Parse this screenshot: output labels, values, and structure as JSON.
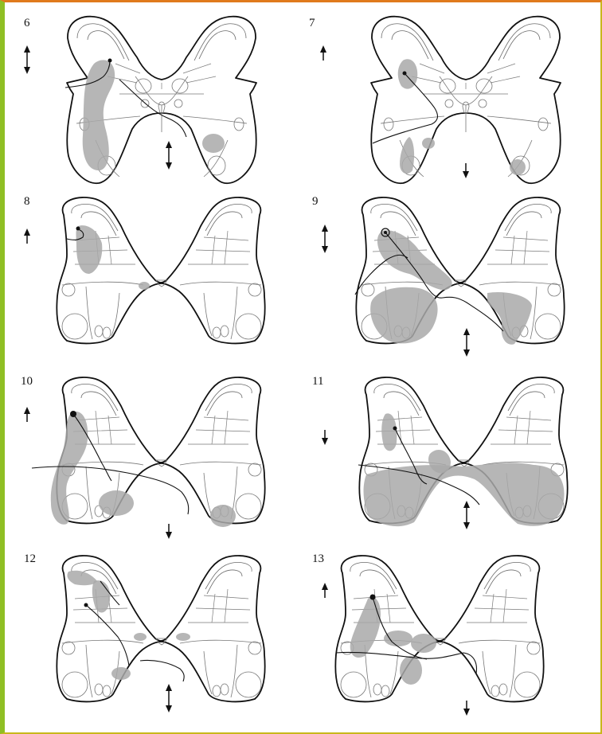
{
  "panels": [
    {
      "label": "6",
      "arrow": "both"
    },
    {
      "label": "7",
      "arrow": "up"
    },
    {
      "label": "8",
      "arrow": "up"
    },
    {
      "label": "9",
      "arrow": "both"
    },
    {
      "label": "10",
      "arrow": "up"
    },
    {
      "label": "11",
      "arrow": "down"
    },
    {
      "label": "12",
      "arrow": "none"
    },
    {
      "label": "13",
      "arrow": "up"
    }
  ],
  "colors": {
    "page_background": "#d8c21e",
    "border_top": "#e07a1c",
    "border_left": "#8fbf24",
    "lesion_shading": "#a9a9a9",
    "outline": "#111111"
  }
}
